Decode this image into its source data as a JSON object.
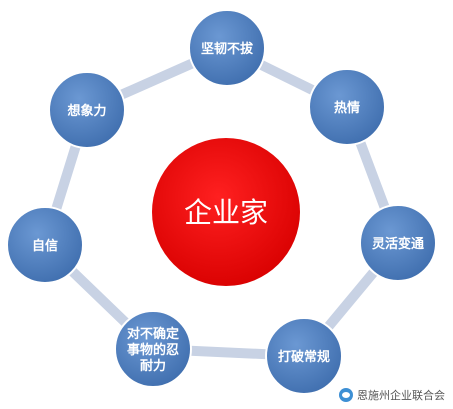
{
  "center": {
    "label": "企业家",
    "color": "#ee1111"
  },
  "ring_color": "#c8d2e4",
  "node_color": "#4f7fbf",
  "nodes": [
    {
      "lines": [
        "坚韧不拔"
      ]
    },
    {
      "lines": [
        "热情"
      ]
    },
    {
      "lines": [
        "灵活变通"
      ]
    },
    {
      "lines": [
        "打破常规"
      ]
    },
    {
      "lines": [
        "对不确定",
        "事物的忍",
        "耐力"
      ]
    },
    {
      "lines": [
        "自信"
      ]
    },
    {
      "lines": [
        "想象力"
      ]
    }
  ],
  "watermark": {
    "text": "恩施州企业联合会",
    "icon": "wechat-icon"
  }
}
